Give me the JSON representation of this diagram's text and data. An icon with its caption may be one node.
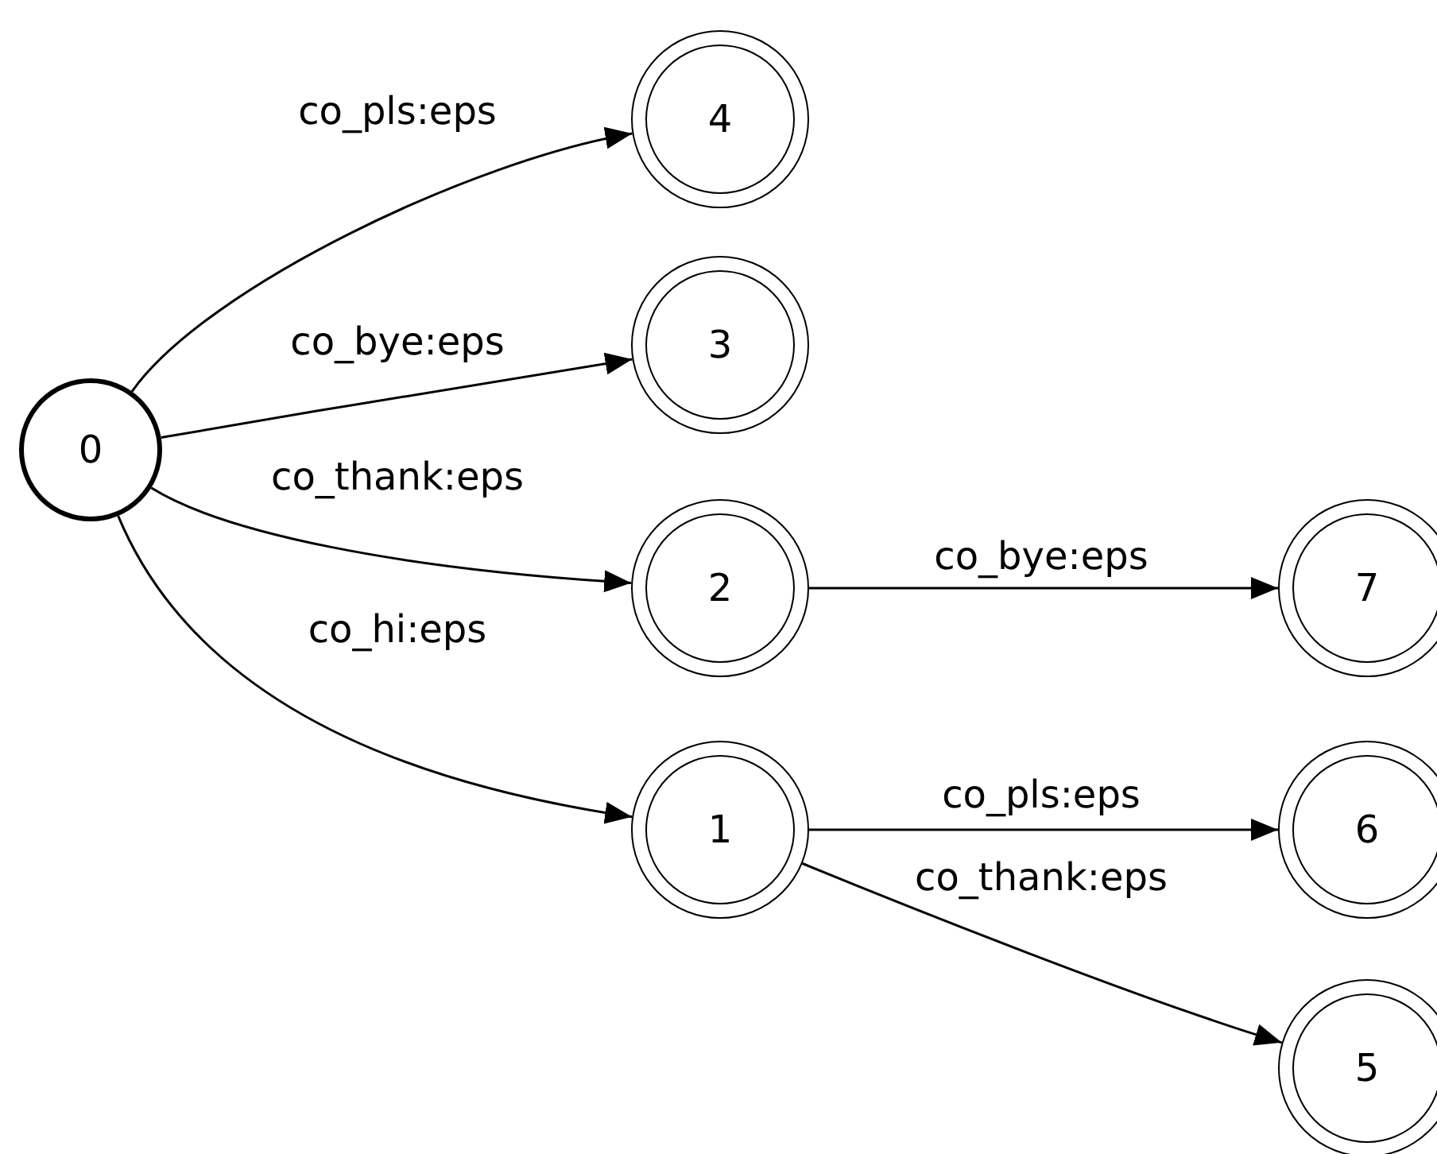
{
  "diagram": {
    "nodes": [
      {
        "text": [
          "0"
        ]
      },
      {
        "text": [
          "4"
        ]
      },
      {
        "text": [
          "3"
        ]
      },
      {
        "text": [
          "2"
        ]
      },
      {
        "text": [
          "7"
        ]
      },
      {
        "text": [
          "1"
        ]
      },
      {
        "text": [
          "6"
        ]
      },
      {
        "text": [
          "5"
        ]
      }
    ],
    "edges": [
      {
        "from": 0,
        "to": 1,
        "arrow": "to",
        "label": "co_pls:eps"
      },
      {
        "from": 0,
        "to": 2,
        "arrow": "to",
        "label": "co_bye:eps"
      },
      {
        "from": 0,
        "to": 3,
        "arrow": "to",
        "label": "co_thank:eps"
      },
      {
        "from": 0,
        "to": 5,
        "arrow": "to",
        "label": "co_hi:eps"
      },
      {
        "from": 3,
        "to": 4,
        "arrow": "to",
        "label": "co_bye:eps"
      },
      {
        "from": 5,
        "to": 6,
        "arrow": "to",
        "label": "co_pls:eps"
      },
      {
        "from": 5,
        "to": 7,
        "arrow": "to",
        "label": "co_thank:eps"
      }
    ]
  }
}
